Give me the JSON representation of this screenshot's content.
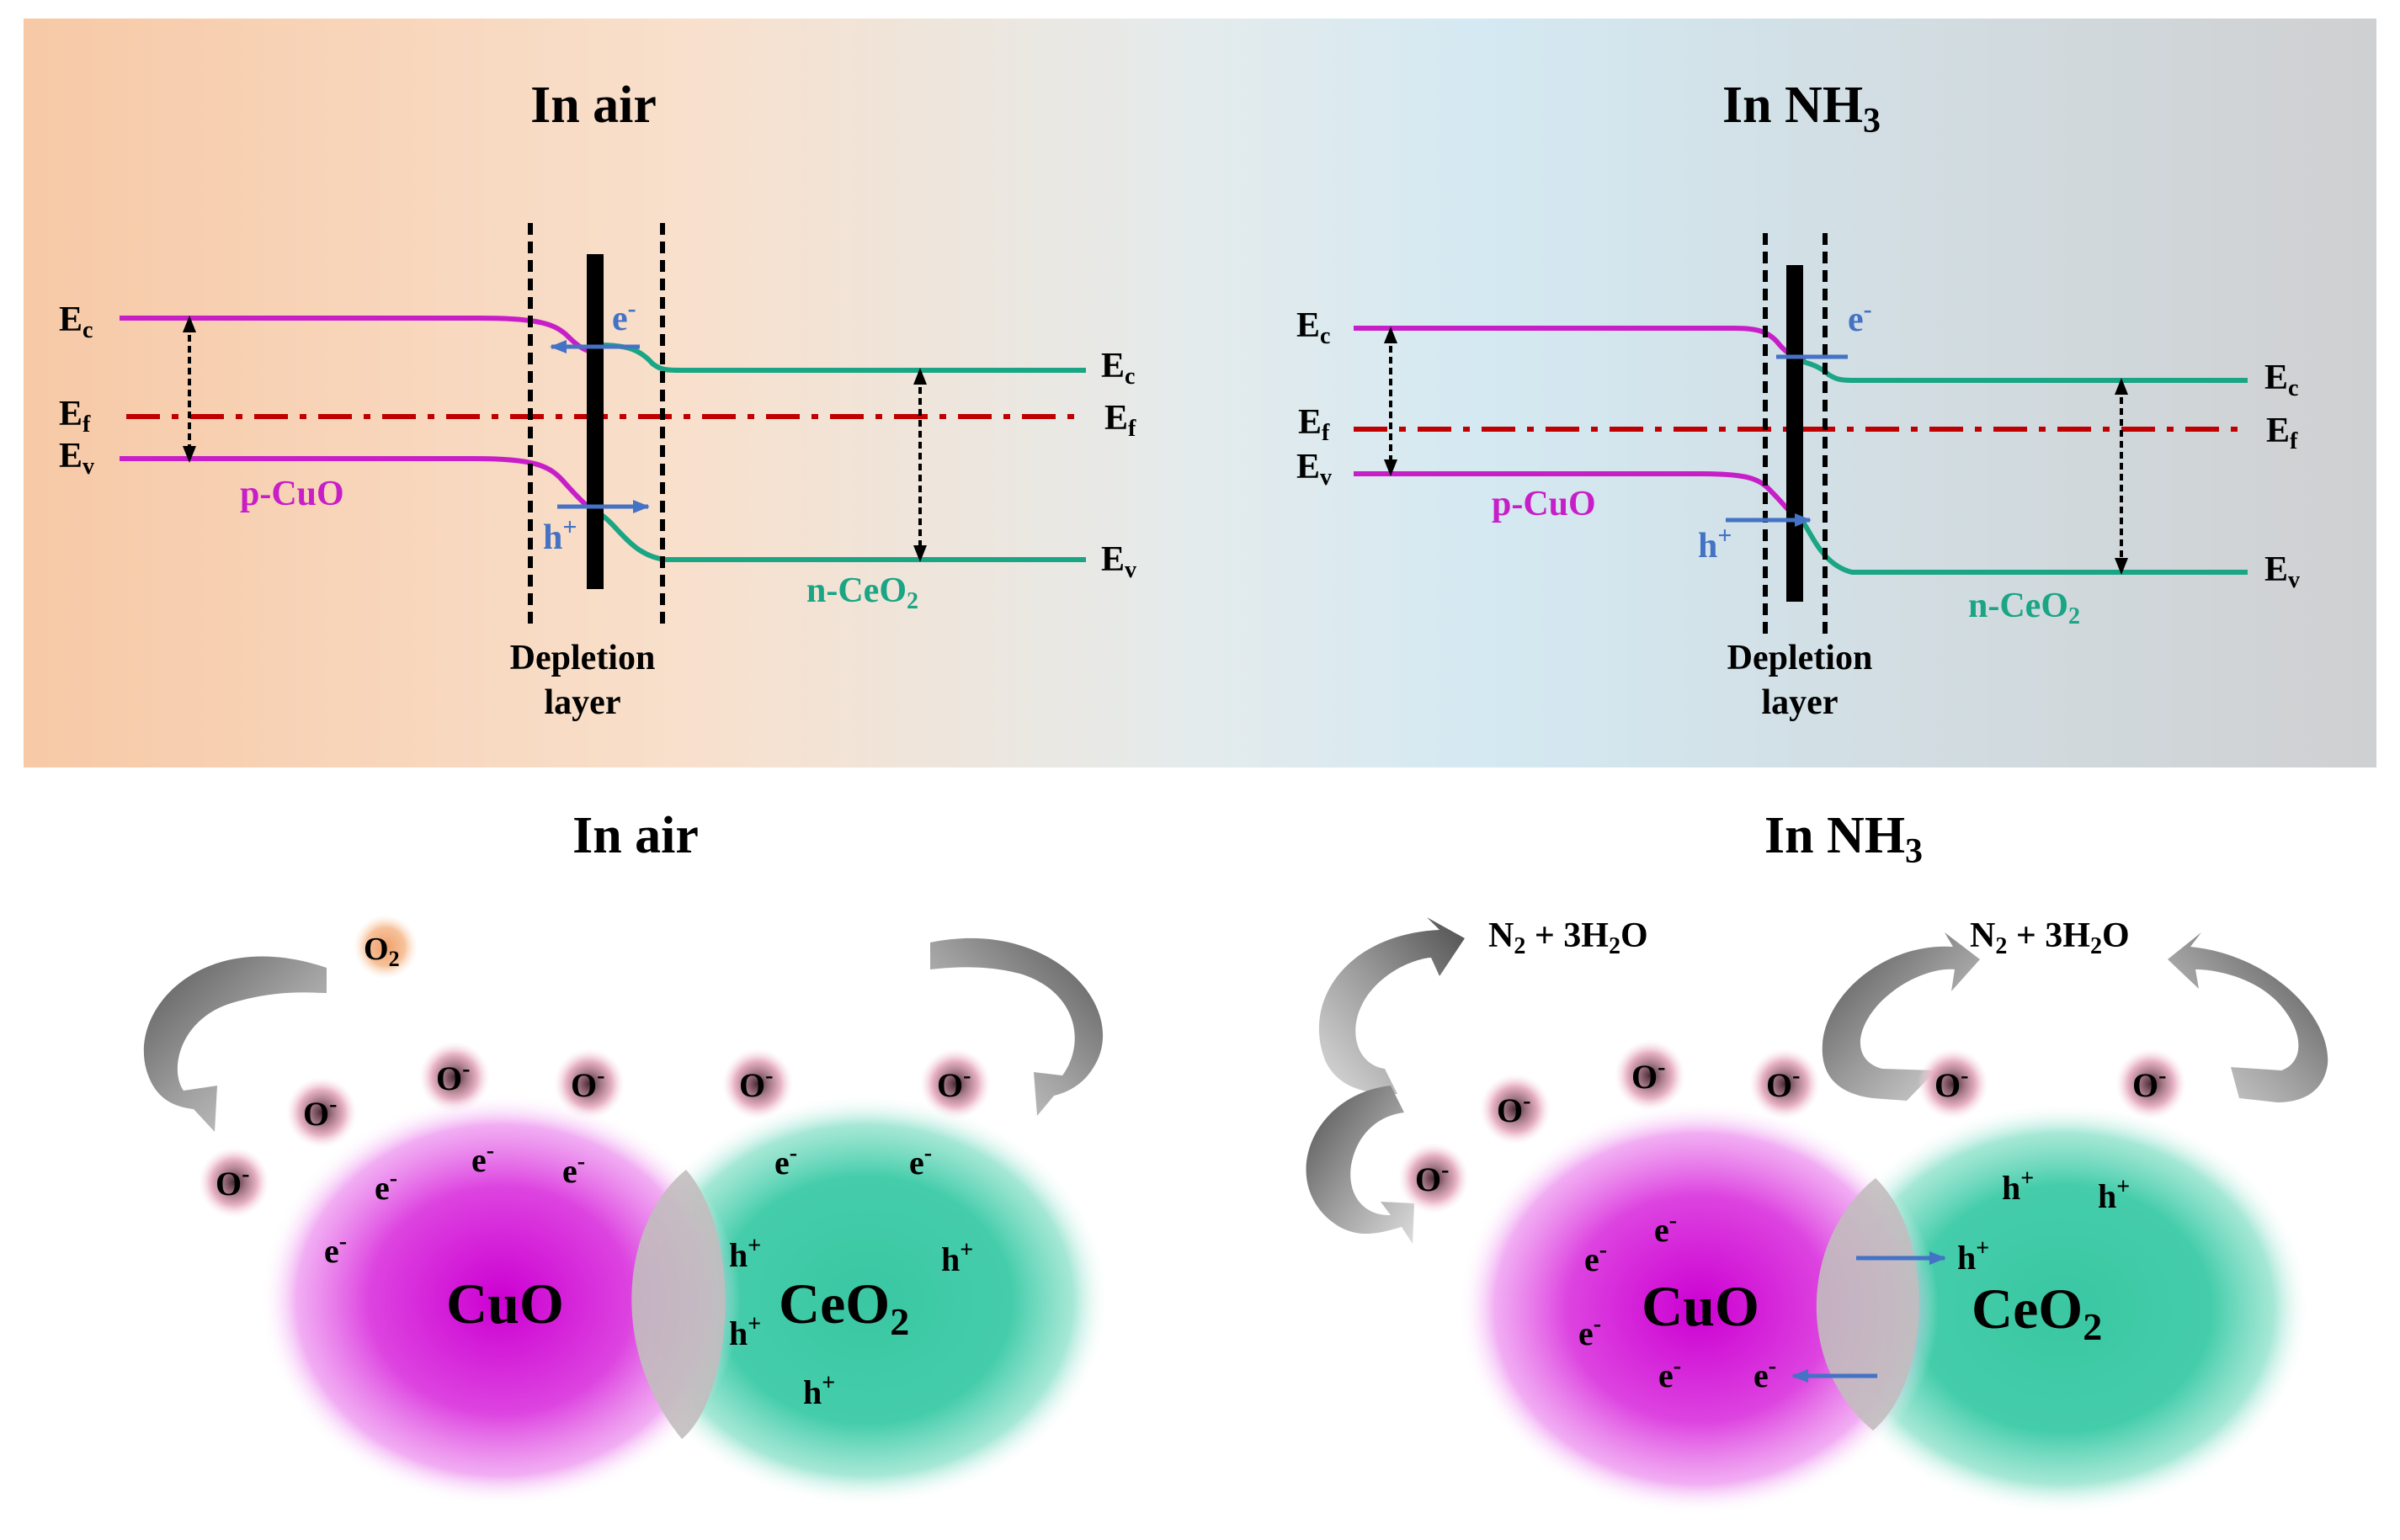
{
  "top": {
    "air_title": "In air",
    "nh3_title": "In NH",
    "nh3_title_sub": "3",
    "air": {
      "ec_left": "E",
      "ec_left_sub": "c",
      "ef_left": "E",
      "ef_left_sub": "f",
      "ev_left": "E",
      "ev_left_sub": "v",
      "ec_right": "E",
      "ec_right_sub": "c",
      "ef_right": "E",
      "ef_right_sub": "f",
      "ev_right": "E",
      "ev_right_sub": "v",
      "p_label": "p-CuO",
      "n_label": "n-CeO",
      "n_label_sub": "2",
      "electron": "e",
      "electron_sup": "-",
      "hole": "h",
      "hole_sup": "+",
      "depletion_line1": "Depletion",
      "depletion_line2": "layer"
    },
    "nh3": {
      "ec_left": "E",
      "ec_left_sub": "c",
      "ef_left": "E",
      "ef_left_sub": "f",
      "ev_left": "E",
      "ev_left_sub": "v",
      "ec_right": "E",
      "ec_right_sub": "c",
      "ef_right": "E",
      "ef_right_sub": "f",
      "ev_right": "E",
      "ev_right_sub": "v",
      "p_label": "p-CuO",
      "n_label": "n-CeO",
      "n_label_sub": "2",
      "electron": "e",
      "electron_sup": "-",
      "hole": "h",
      "hole_sup": "+",
      "depletion_line1": "Depletion",
      "depletion_line2": "layer"
    }
  },
  "bottom": {
    "air_title": "In air",
    "nh3_title": "In NH",
    "nh3_title_sub": "3",
    "air": {
      "o2": "O",
      "o2_sub": "2",
      "oxy_ion": "O",
      "oxy_ion_sup": "-",
      "cuo": "CuO",
      "ceo2": "CeO",
      "ceo2_sub": "2",
      "electron": "e",
      "electron_sup": "-",
      "hole": "h",
      "hole_sup": "+"
    },
    "nh3": {
      "product_1": "N",
      "product_1_sub": "2",
      "product_2": " + 3H",
      "product_2_sub": "2",
      "product_3": "O",
      "oxy_ion": "O",
      "oxy_ion_sup": "-",
      "cuo": "CuO",
      "ceo2": "CeO",
      "ceo2_sub": "2",
      "electron": "e",
      "electron_sup": "-",
      "hole": "h",
      "hole_sup": "+"
    }
  },
  "colors": {
    "cuo_band": "#c81ec8",
    "ceo2_band": "#1aa585",
    "fermi": "#c00000",
    "carrier_arrow": "#4472c4",
    "p_label": "#c81ec8",
    "n_label": "#1aa585",
    "carrier_label": "#4472c4",
    "cuo_sphere": "#d000d8",
    "ceo2_sphere": "#1fb890"
  }
}
